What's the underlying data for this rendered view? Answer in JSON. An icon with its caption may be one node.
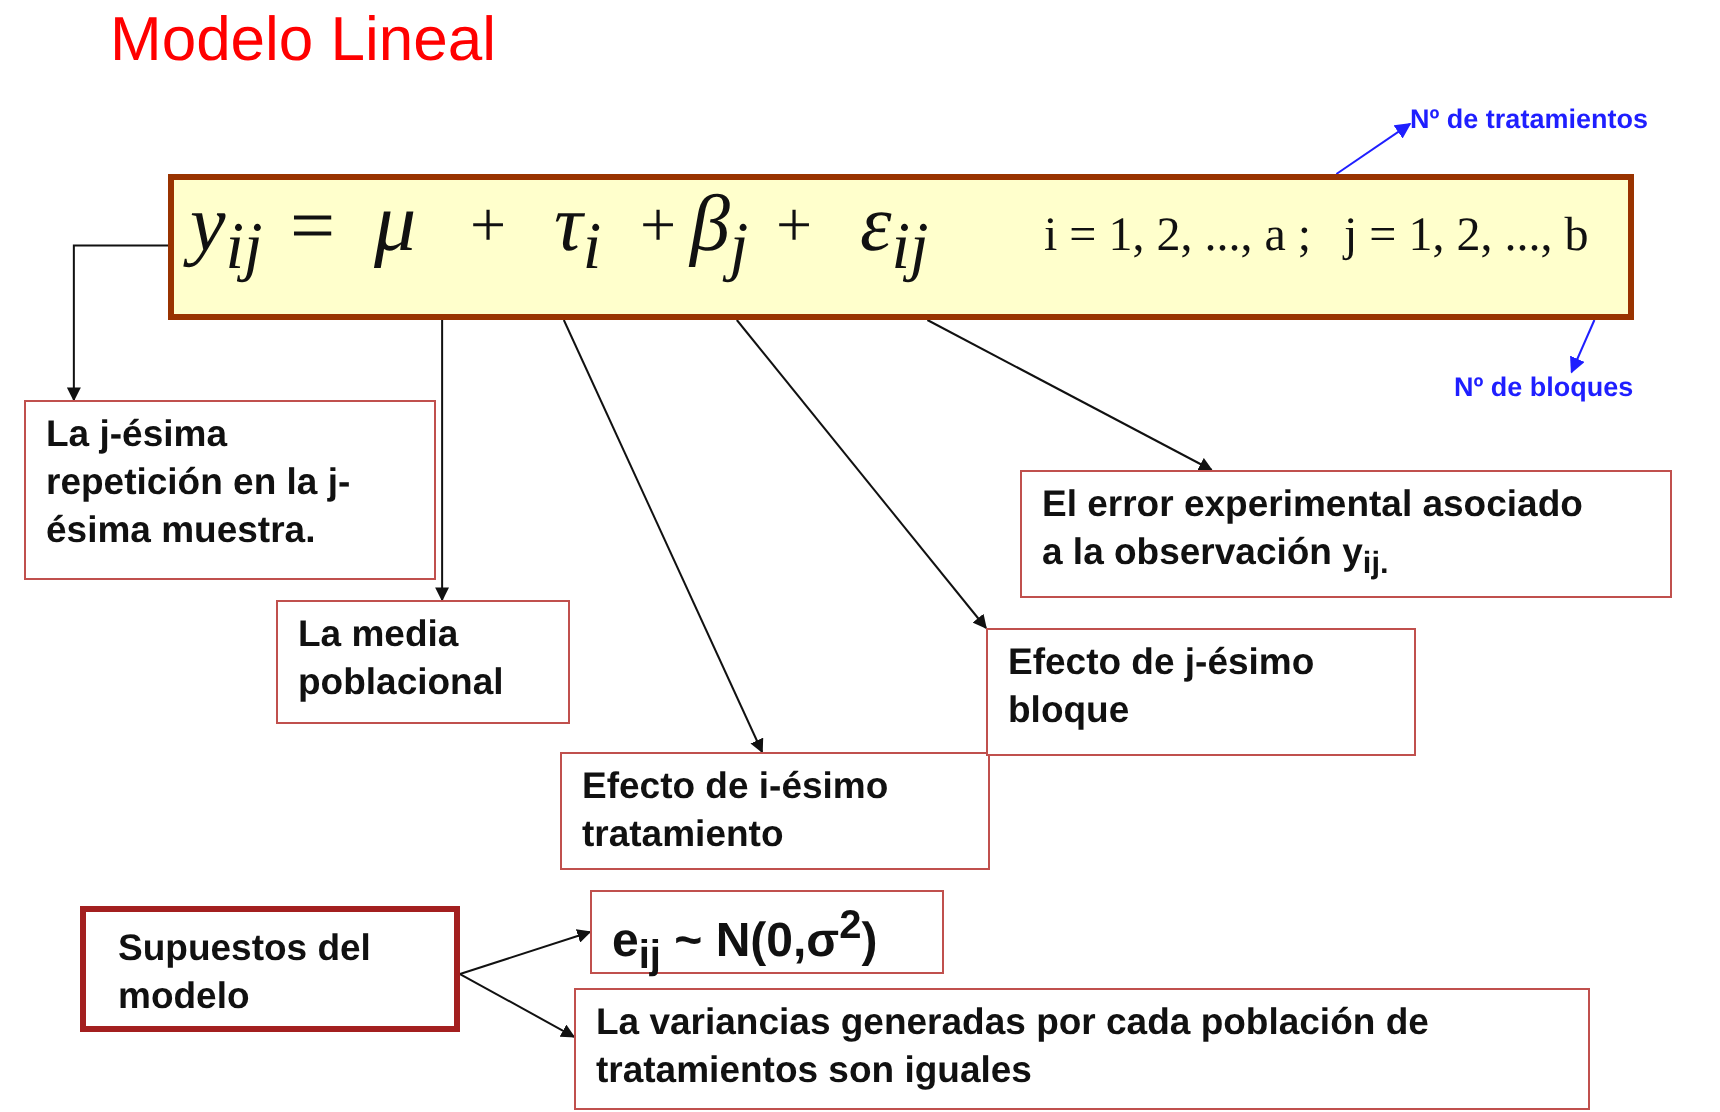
{
  "diagram": {
    "title": "Modelo Lineal",
    "nodes": [
      {
        "text": [
          "y$_{ij}$",
          "=",
          "μ",
          "+",
          "τ$_{i}$",
          "+",
          "β$_{j}$",
          "+",
          "ε$_{ij}$",
          "i = 1, 2, ..., a ;",
          "j = 1, 2, ..., b"
        ]
      },
      {
        "text": [
          "Nº de tratamientos"
        ]
      },
      {
        "text": [
          "Nº de bloques"
        ]
      },
      {
        "text": [
          "La j-ésima repetición en la j-ésima muestra."
        ]
      },
      {
        "text": [
          "La media poblacional"
        ]
      },
      {
        "text": [
          "Efecto de i-ésimo tratamiento"
        ]
      },
      {
        "text": [
          "El error experimental asociado a la observación y$_{ij.}$"
        ]
      },
      {
        "text": [
          "Efecto de j-ésimo bloque"
        ]
      },
      {
        "text": [
          "Supuestos del modelo"
        ]
      },
      {
        "text": [
          "e$_{ij}$ ~ N(0,σ$^{2}$)"
        ]
      },
      {
        "text": [
          "La variancias generadas por cada población de tratamientos son iguales"
        ]
      }
    ],
    "edges": [
      {
        "from": 0,
        "to": 1,
        "arrow": "to",
        "color": "#1f1fff"
      },
      {
        "from": 0,
        "to": 2,
        "arrow": "to",
        "color": "#1f1fff"
      },
      {
        "from": 0,
        "to": 3,
        "arrow": "to"
      },
      {
        "from": 0,
        "to": 4,
        "arrow": "to"
      },
      {
        "from": 0,
        "to": 5,
        "arrow": "to"
      },
      {
        "from": 0,
        "to": 7,
        "arrow": "to"
      },
      {
        "from": 0,
        "to": 6,
        "arrow": "to"
      },
      {
        "from": 8,
        "to": 9,
        "arrow": "to"
      },
      {
        "from": 8,
        "to": 10,
        "arrow": "to"
      }
    ]
  }
}
